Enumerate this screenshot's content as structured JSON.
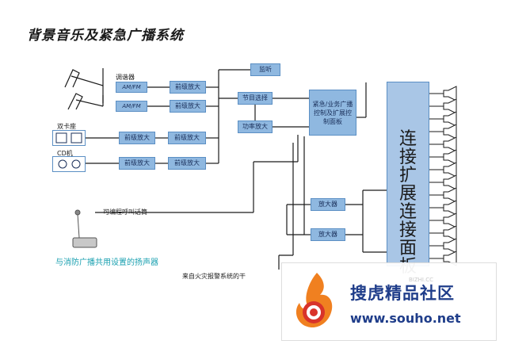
{
  "title": "背景音乐及紧急广播系统",
  "tuner_label": "调谐器",
  "amfm_1": "AM/FM",
  "amfm_2": "AM/FM",
  "preamp_1": "前级放大",
  "preamp_2": "前级放大",
  "preamp_3": "前级放大",
  "preamp_4": "前级放大",
  "eq_1": "前级放大",
  "eq_2": "前级放大",
  "card_deck_label": "双卡座",
  "cd_label": "CD机",
  "monitor": "监听",
  "program_select": "节目选择",
  "power_amp_top": "功率放大",
  "control_panel": "紧急/业务广播控制及扩展控制面板",
  "amp_1": "放大器",
  "amp_2": "放大器",
  "big_panel": [
    "连",
    "接",
    "扩",
    "展",
    "连",
    "接",
    "面",
    "板"
  ],
  "mic_label": "可编程呼叫话筒",
  "cyan_note": "与消防广播共用设置的扬声器",
  "fire_note": "来自火灾报警系统的干",
  "watermark": {
    "name": "搜虎精品社区",
    "url": "www.souho.net",
    "faint": "BIZHI.CC"
  },
  "colors": {
    "box_fill": "#8fb8e0",
    "panel_fill": "#a9c6e6",
    "line": "#1a1a1a",
    "cyan_text": "#1aa0b0",
    "watermark_blue": "#1f3d8a"
  }
}
